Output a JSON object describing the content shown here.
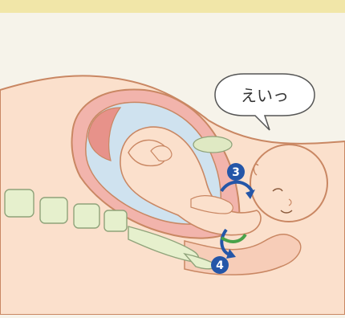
{
  "speech": {
    "text": "えいっ"
  },
  "markers": [
    {
      "number": "3"
    },
    {
      "number": "4"
    }
  ],
  "colors": {
    "background": "#f6f3ea",
    "top_band": "#f1e6a8",
    "skin": "#fbe0cc",
    "outline": "#c98763",
    "uterus_wall": "#f2b4ac",
    "amniotic": "#cfe2ef",
    "spine": "#e6f0cd",
    "spine_outline": "#8fa37a",
    "marker_blue": "#2456a8",
    "arrow_green": "#49a24a"
  }
}
